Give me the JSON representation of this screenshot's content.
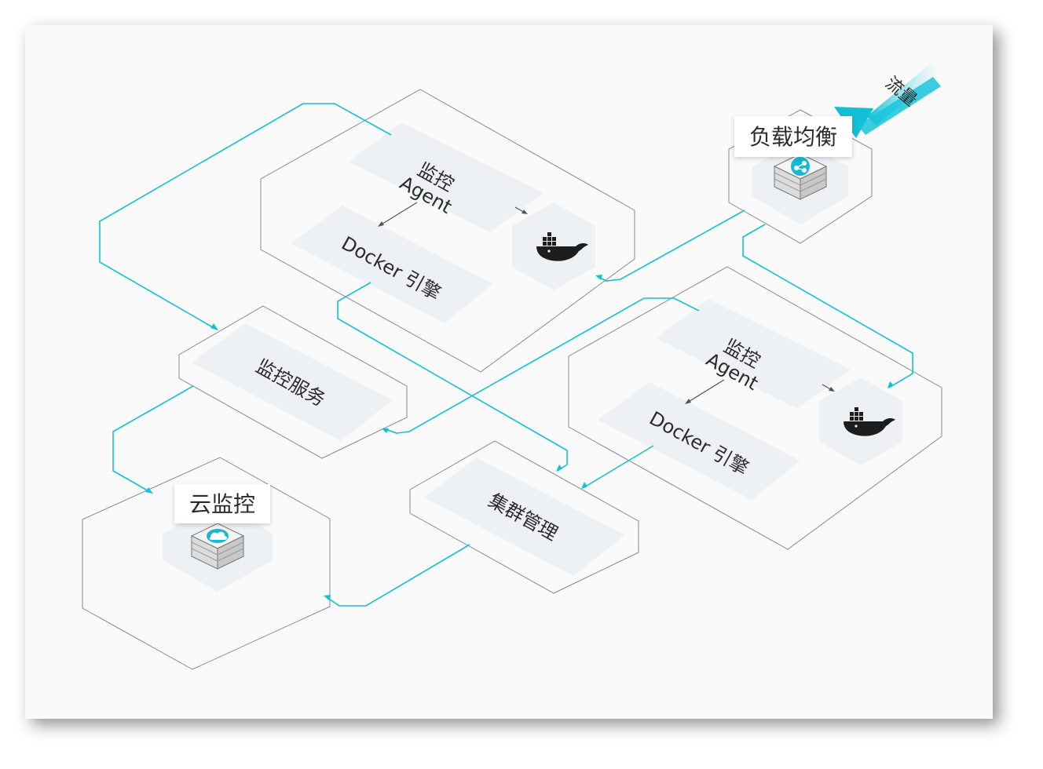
{
  "diagram": {
    "traffic_label": "流量",
    "load_balancer": {
      "label": "负载均衡",
      "icon": "server-share-icon"
    },
    "cloud_monitor": {
      "label": "云监控",
      "icon": "server-cloud-icon"
    },
    "node_a": {
      "agent_label_line1": "监控",
      "agent_label_line2": "Agent",
      "engine_label": "Docker 引擎",
      "container_icon": "docker-whale-icon"
    },
    "node_b": {
      "agent_label_line1": "监控",
      "agent_label_line2": "Agent",
      "engine_label": "Docker 引擎",
      "container_icon": "docker-whale-icon"
    },
    "monitor_service": {
      "label": "监控服务"
    },
    "cluster_management": {
      "label": "集群管理"
    },
    "colors": {
      "connector": "#11c1db",
      "outline": "#8a8a8a",
      "tile": "#edf1f4",
      "traffic_arrow": "#18c8dc"
    }
  }
}
